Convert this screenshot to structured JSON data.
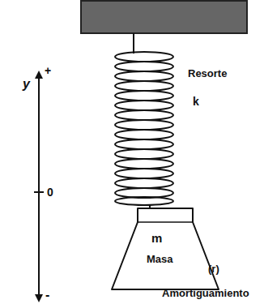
{
  "diagram": {
    "nodes": [
      {
        "text": [
          "m",
          "Masa"
        ]
      }
    ],
    "labels": [
      "Resorte",
      "k",
      "(r)",
      "Amortiguamiento",
      "y",
      "+",
      "0",
      "-"
    ]
  }
}
